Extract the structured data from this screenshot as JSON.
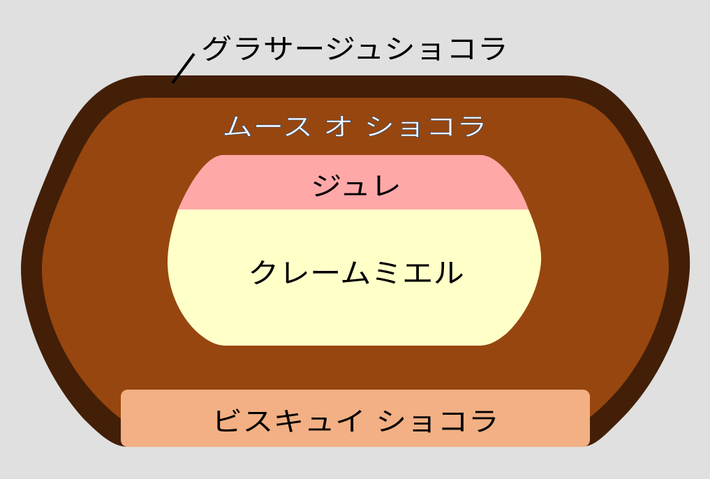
{
  "title": "Cake cross-section",
  "colors": {
    "background": "#e0e0e0",
    "glacage": "#431f08",
    "mousse": "#97460f",
    "jelly": "#ffa8a8",
    "creme": "#ffffc8",
    "biscuit": "#f2b084"
  },
  "labels": {
    "glacage": "グラサージュショコラ",
    "mousse": "ムース オ ショコラ",
    "jelly": "ジュレ",
    "creme": "クレームミエル",
    "biscuit": "ビスキュイ ショコラ"
  }
}
